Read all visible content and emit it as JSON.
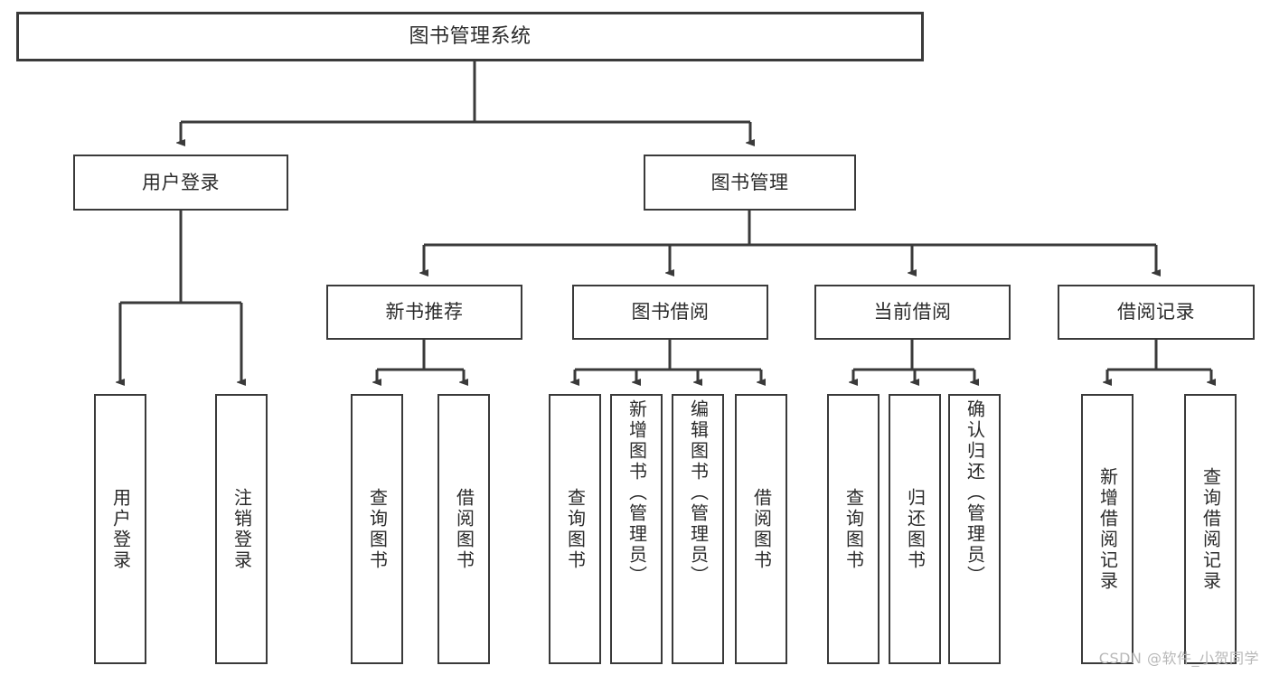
{
  "diagram": {
    "title": "图书管理系统",
    "root": {
      "label": "图书管理系统"
    },
    "level1": [
      {
        "label": "用户登录"
      },
      {
        "label": "图书管理"
      }
    ],
    "level2": [
      {
        "label": "新书推荐"
      },
      {
        "label": "图书借阅"
      },
      {
        "label": "当前借阅"
      },
      {
        "label": "借阅记录"
      }
    ],
    "leaves": [
      {
        "label": "用户登录"
      },
      {
        "label": "注销登录"
      },
      {
        "label": "查询图书"
      },
      {
        "label": "借阅图书"
      },
      {
        "label": "查询图书"
      },
      {
        "label": "新增图书（管理员）"
      },
      {
        "label": "编辑图书（管理员）"
      },
      {
        "label": "借阅图书"
      },
      {
        "label": "查询图书"
      },
      {
        "label": "归还图书"
      },
      {
        "label": "确认归还（管理员）"
      },
      {
        "label": "新增借阅记录"
      },
      {
        "label": "查询借阅记录"
      }
    ]
  },
  "watermark": {
    "text": "CSDN @软件_小贺同学"
  },
  "colors": {
    "stroke": "#3a3a3a",
    "text": "#2b2b2b",
    "background": "#ffffff",
    "watermark": "#b8b8b8"
  },
  "chart_data": {
    "type": "table",
    "title": "图书管理系统",
    "structure": "tree",
    "nodes": [
      {
        "id": "root",
        "label": "图书管理系统",
        "level": 0,
        "parent": null
      },
      {
        "id": "user-login",
        "label": "用户登录",
        "level": 1,
        "parent": "root"
      },
      {
        "id": "book-manage",
        "label": "图书管理",
        "level": 1,
        "parent": "root"
      },
      {
        "id": "leaf-user-login",
        "label": "用户登录",
        "level": 2,
        "parent": "user-login"
      },
      {
        "id": "leaf-logout",
        "label": "注销登录",
        "level": 2,
        "parent": "user-login"
      },
      {
        "id": "new-book-rec",
        "label": "新书推荐",
        "level": 2,
        "parent": "book-manage"
      },
      {
        "id": "book-borrow",
        "label": "图书借阅",
        "level": 2,
        "parent": "book-manage"
      },
      {
        "id": "current-borrow",
        "label": "当前借阅",
        "level": 2,
        "parent": "book-manage"
      },
      {
        "id": "borrow-record",
        "label": "借阅记录",
        "level": 2,
        "parent": "book-manage"
      },
      {
        "id": "nbr-query",
        "label": "查询图书",
        "level": 3,
        "parent": "new-book-rec"
      },
      {
        "id": "nbr-borrow",
        "label": "借阅图书",
        "level": 3,
        "parent": "new-book-rec"
      },
      {
        "id": "bb-query",
        "label": "查询图书",
        "level": 3,
        "parent": "book-borrow"
      },
      {
        "id": "bb-add",
        "label": "新增图书（管理员）",
        "level": 3,
        "parent": "book-borrow"
      },
      {
        "id": "bb-edit",
        "label": "编辑图书（管理员）",
        "level": 3,
        "parent": "book-borrow"
      },
      {
        "id": "bb-borrow",
        "label": "借阅图书",
        "level": 3,
        "parent": "book-borrow"
      },
      {
        "id": "cb-query",
        "label": "查询图书",
        "level": 3,
        "parent": "current-borrow"
      },
      {
        "id": "cb-return",
        "label": "归还图书",
        "level": 3,
        "parent": "current-borrow"
      },
      {
        "id": "cb-confirm",
        "label": "确认归还（管理员）",
        "level": 3,
        "parent": "current-borrow"
      },
      {
        "id": "br-add",
        "label": "新增借阅记录",
        "level": 3,
        "parent": "borrow-record"
      },
      {
        "id": "br-query",
        "label": "查询借阅记录",
        "level": 3,
        "parent": "borrow-record"
      }
    ]
  }
}
